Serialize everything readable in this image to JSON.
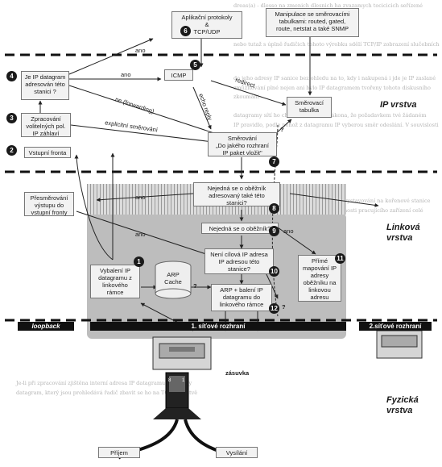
{
  "apps": "Aplikační protokoly\n&\nTCP/UDP",
  "routing_tools": "Manipulace se směrovacími\ntabulkami: routed, gated,\nroute, netstat a také SNMP",
  "ip_for_me": "Je IP datagram\nadresován této\nstanici ?",
  "icmp": "ICMP",
  "routing_table": "Směrovací\ntabulka",
  "options": "Zpracování\nvolitelných pol.\nIP záhlaví",
  "routing": "Směrování\n„Do jakého rozhraní\nIP paket vložit\"",
  "input_queue": "Vstupní fronta",
  "redirect_queue": "Přesměrování\nvýstupu do\nvstupní fronty",
  "q_loopback_addr": "Nejedná se o oběžník\nadresovaný také této\nstanici?",
  "q_broadcast": "Nejedná se o oběžník?",
  "q_local_net": "Není cílová IP adresa\nIP adresou této\nstanice?",
  "unpack": "Vybalení IP\ndatagramu z\nlinkového\nrámce",
  "arp_cache": "ARP\nCache",
  "arp_pack": "ARP + balení IP\ndatagramu do\nlinkového rámce",
  "mcast_map": "Přímé\nmapování IP\nadresy\noběžníku na\nlinkovou\nadresu",
  "if1": "1. síťové rozhraní",
  "if2": "2.síťové rozhraní",
  "loopback": "loopback",
  "socket": "zásuvka",
  "rx": "Příjem",
  "tx": "Vysílání",
  "layer_ip": "IP vrstva",
  "layer_link": "Linková\nvrstva",
  "layer_phys": "Fyzická\nvrstva",
  "edges": {
    "ano1": "ano",
    "ano2": "ano",
    "ne_forwarding": "ne (forwarding)",
    "explicit": "explicitní směrování",
    "redirect": "redirect",
    "echo_reply": "echo reply",
    "q1": "?",
    "q2": "?",
    "q3": "?",
    "ano3": "ano",
    "ano4": "ano",
    "ano5": "ano"
  },
  "plug_numbers": {
    "left": "8",
    "right": "1"
  },
  "numbers": [
    "1",
    "2",
    "3",
    "4",
    "5",
    "6",
    "7",
    "8",
    "9",
    "10",
    "11",
    "12"
  ],
  "bg_lines": [
    "dreas(a) - dlesso na zmenich dlesnich ha zvazamych tocicicich seřízené",
    "nebo tutaž s úplně řadičich tohoto výrobku sdělí TCP/IP zobrazení slučebních",
    "do jeho adresy IP sanice bez ohledu na to, kdy i nakupená i jde je IP zaslané",
    "zmůžitování plné nejen ani bylo IP datagramem tvořeny tohoto diskusního zkoumání",
    "datagramy sítí ho chránilo, řadiči a zákona, že požadavkem tvé žádaném",
    "IP pravidlo, podle něhož z datagramu IP vyberou směr odeslání. V souvislosti s",
    "o zařízení a od ohledu na IP datagram vystavování na kořenové stanice",
    "V přijatém ICMP prostředí se v současnosti pracujícího zařízení celé oblasti",
    "Je-li při zpracování zjištěna interní adresa IP datagramu do strany",
    "datagram, který jsou prohledává řadič zbavit se ho na TCP/IP vrstvě"
  ]
}
